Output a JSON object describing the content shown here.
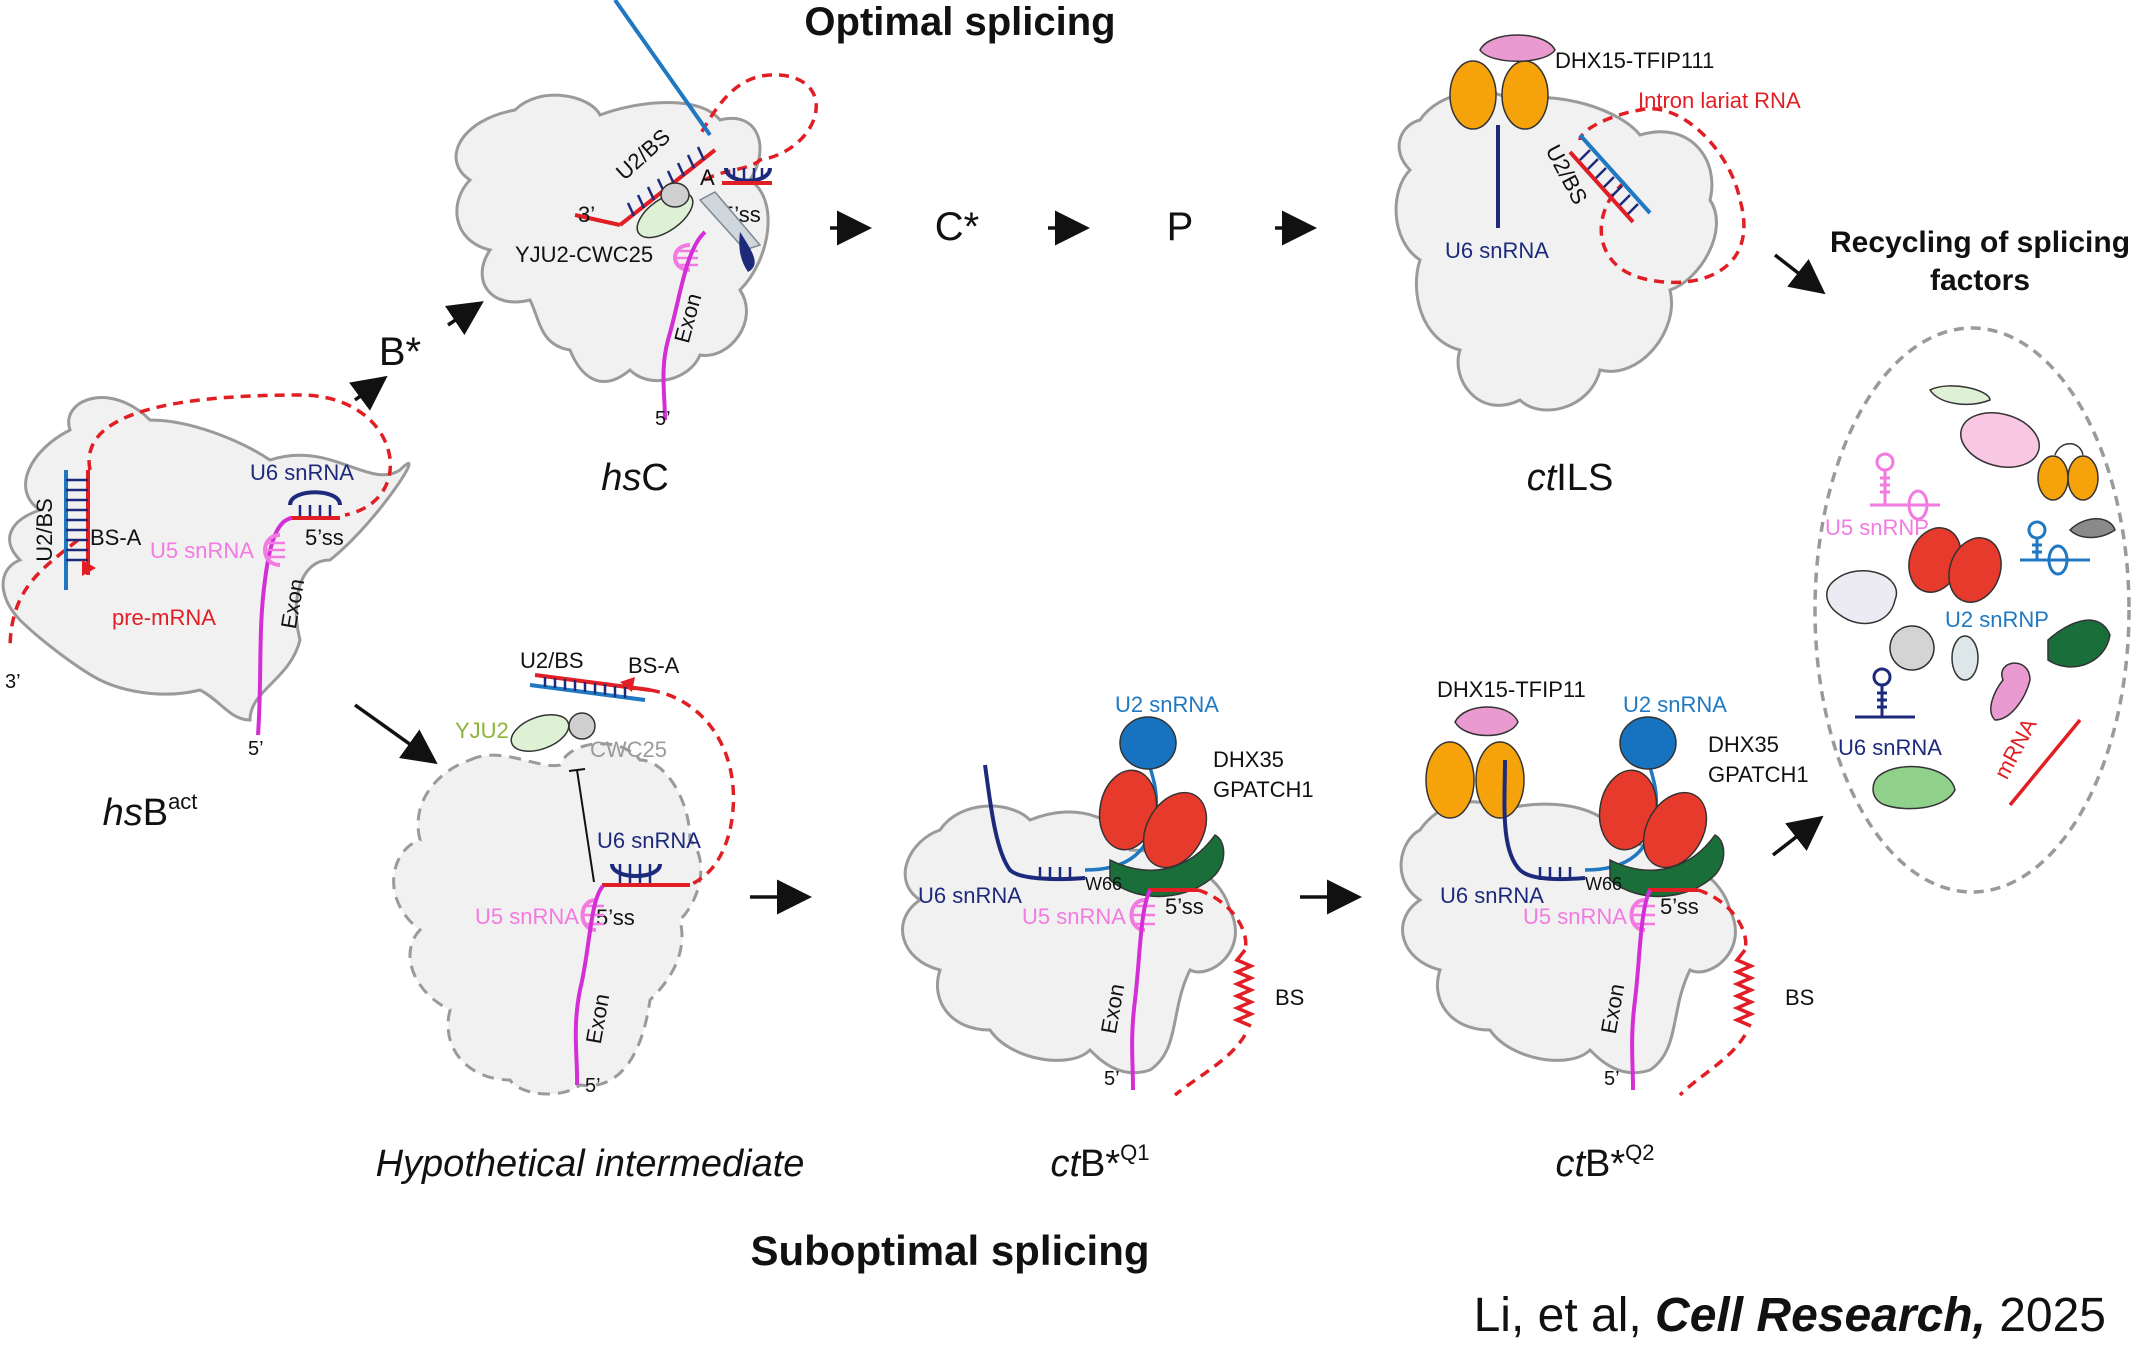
{
  "titles": {
    "top": "Optimal splicing",
    "bottom": "Suboptimal splicing"
  },
  "states": {
    "hsBact": {
      "prefix": "hs",
      "main": "B",
      "sup": "act"
    },
    "hsC": {
      "prefix": "hs",
      "main": "C"
    },
    "ctILS": {
      "prefix": "ct",
      "main": "ILS"
    },
    "hypo": "Hypothetical intermediate",
    "ctBQ1": {
      "prefix": "ct",
      "main": "B*",
      "sup": "Q1"
    },
    "ctBQ2": {
      "prefix": "ct",
      "main": "B*",
      "sup": "Q2"
    }
  },
  "steps": {
    "bstar": "B*",
    "cstar": "C*",
    "p": "P"
  },
  "labels": {
    "u2bs": "U2/BS",
    "bsa": "BS-A",
    "u6snrna": "U6 snRNA",
    "u5snrna": "U5 snRNA",
    "ss5": "5’ss",
    "ss5b": "5’ss",
    "exon": "Exon",
    "premrna": "pre-mRNA",
    "three": "3’",
    "five": "5’",
    "a": "A",
    "yju2cwc25": "YJU2-CWC25",
    "dhx15_tfip111": "DHX15-TFIP111",
    "dhx15_tfip11": "DHX15-TFIP11",
    "intron_lariat": "Intron lariat RNA",
    "yju2": "YJU2",
    "cwc25": "CWC25",
    "u2snrna": "U2 snRNA",
    "dhx35": "DHX35",
    "gpatch1": "GPATCH1",
    "w66": "W66",
    "bs": "BS",
    "recycling_line1": "Recycling of splicing",
    "recycling_line2": "factors",
    "u5snrnp": "U5 snRNP",
    "u2snrnp": "U2 snRNP",
    "mrna": "mRNA"
  },
  "citation": {
    "authors": "Li, et al, ",
    "journal": "Cell Research,",
    "year": " 2025"
  },
  "colors": {
    "intron_red": "#e01e24",
    "exon_magenta": "#d42ed6",
    "u6_navy": "#1d2a7c",
    "u2_blue": "#1f78c1",
    "u5_pink": "#f27ae0",
    "dhx35_red": "#e63a2c",
    "gpatch1_green": "#1a6e3a",
    "orange": "#f5a20b",
    "pink_protein": "#e99bd1",
    "yju2_green": "#8db53a",
    "cwc25_gray": "#9a9a9a",
    "spliceosome_fill": "#f1f1f1",
    "outline_gray": "#9a9a9a"
  }
}
